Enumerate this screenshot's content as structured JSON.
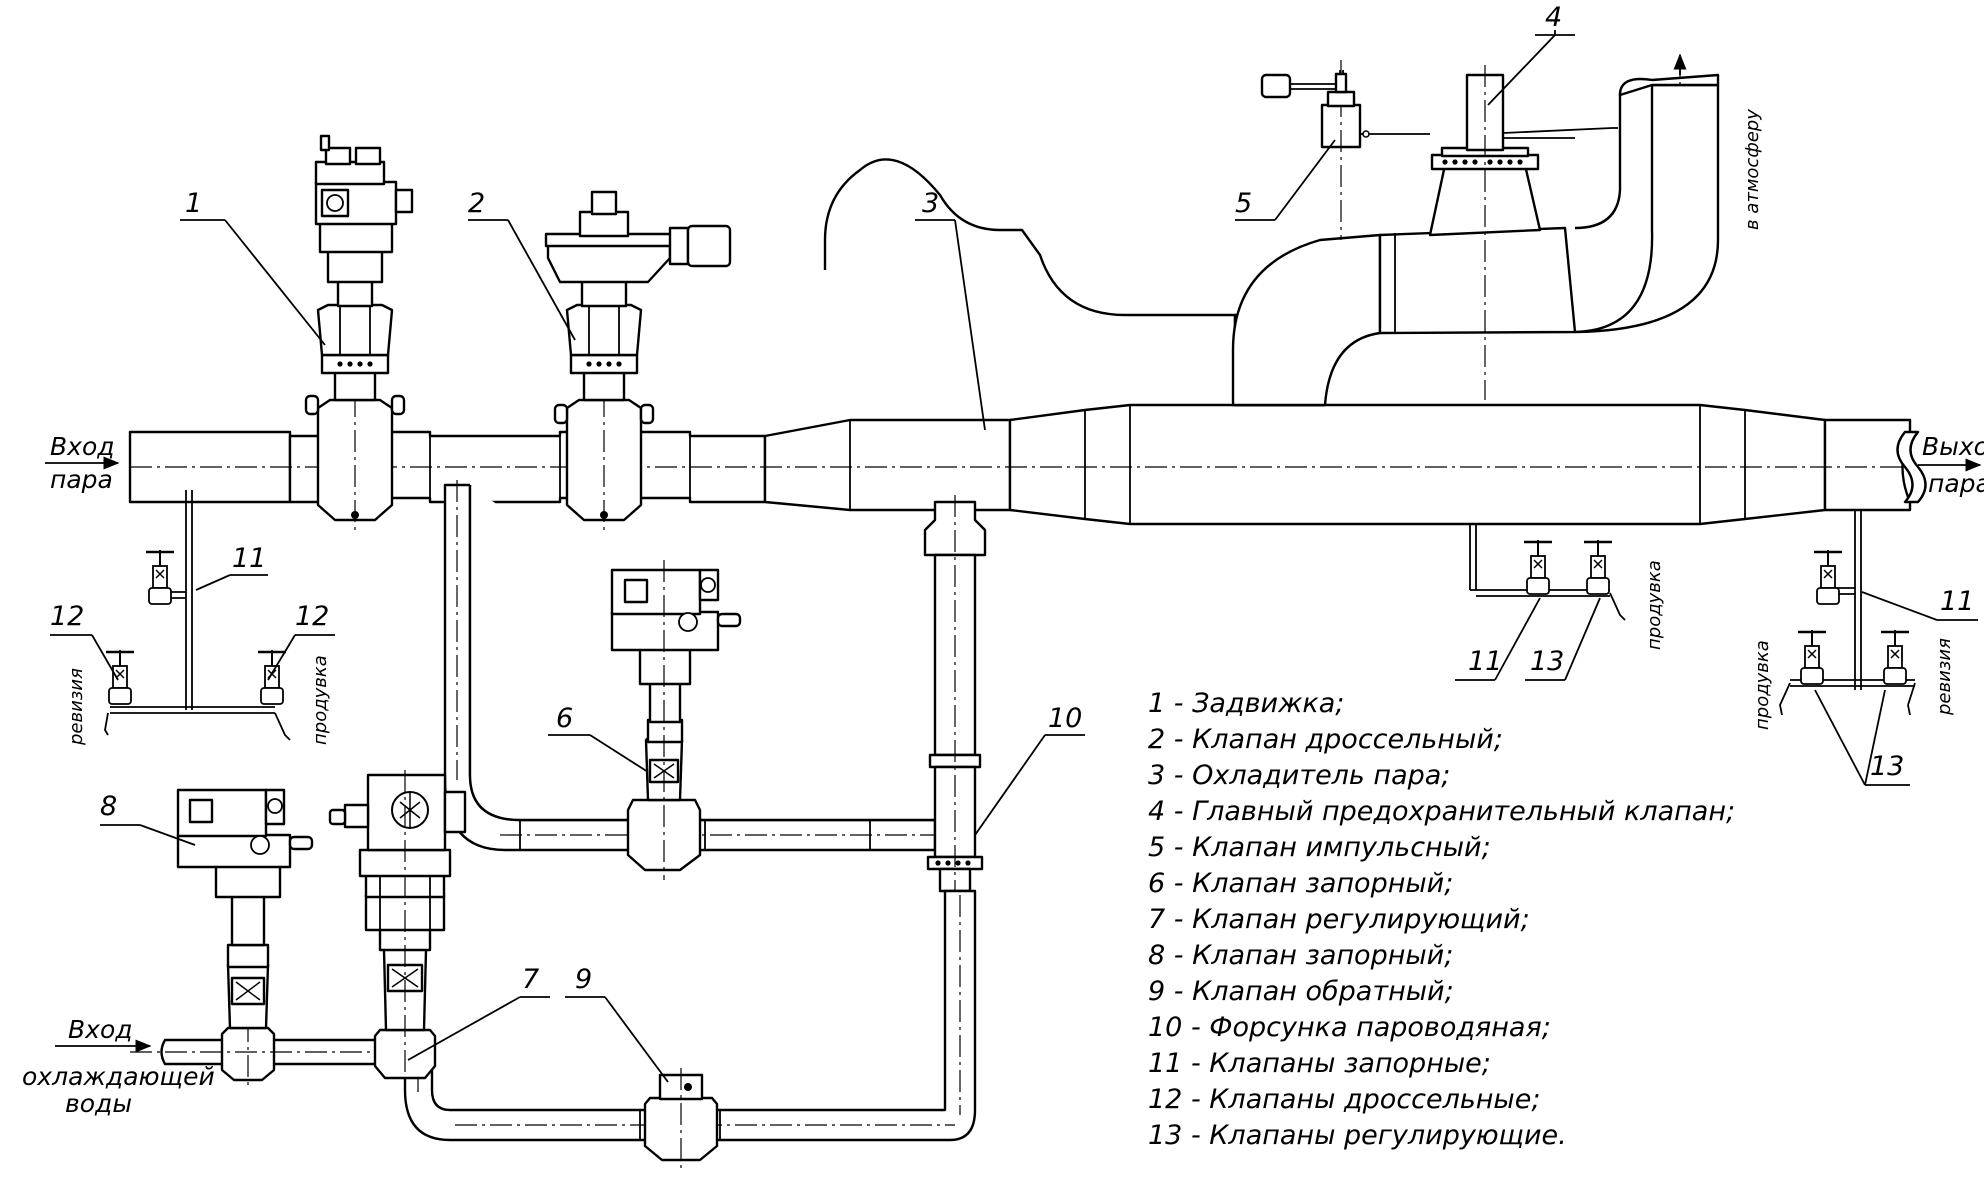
{
  "labels": {
    "steam_inlet": [
      "Вход",
      "пара"
    ],
    "steam_outlet": [
      "Выход",
      "пара"
    ],
    "water_inlet": [
      "Вход",
      "охлаждающей",
      "воды"
    ],
    "atmosphere": "в атмосферу",
    "revision_left": "ревизия",
    "purge_left": "продувка",
    "purge_mid": "продувка",
    "purge_right": "продувка",
    "revision_right": "ревизия"
  },
  "callouts": {
    "n1": "1",
    "n2": "2",
    "n3": "3",
    "n4": "4",
    "n5": "5",
    "n6": "6",
    "n7": "7",
    "n8": "8",
    "n9": "9",
    "n10": "10",
    "n11a": "11",
    "n11b": "11",
    "n11c": "11",
    "n12a": "12",
    "n12b": "12",
    "n13a": "13",
    "n13b": "13"
  },
  "legend": [
    "1 - Задвижка;",
    "2 - Клапан дроссельный;",
    "3 - Охладитель пара;",
    "4 - Главный предохранительный клапан;",
    "5 - Клапан импульсный;",
    "6 - Клапан запорный;",
    "7 - Клапан регулирующий;",
    "8 - Клапан запорный;",
    "9 - Клапан обратный;",
    "10 - Форсунка пароводяная;",
    "11 - Клапаны запорные;",
    "12 - Клапаны дроссельные;",
    "13 - Клапаны регулирующие."
  ]
}
